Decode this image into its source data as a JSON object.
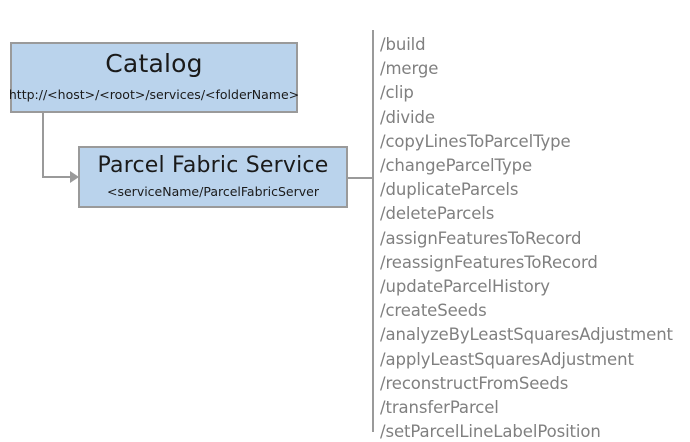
{
  "diagram": {
    "type": "service-endpoint-hierarchy",
    "background_color": "#ffffff",
    "node_fill_color": "#bad3ec",
    "node_border_color": "#9a9a9a",
    "connector_color": "#9a9a9a",
    "list_text_color": "#808080"
  },
  "nodes": [
    {
      "id": "catalog",
      "title": "Catalog",
      "subtitle": "http://<host>/<root>/services/<folderName>"
    },
    {
      "id": "parcel_fabric_service",
      "title": "Parcel Fabric Service",
      "subtitle": "<serviceName/ParcelFabricServer"
    }
  ],
  "operations": [
    "/build",
    "/merge",
    "/clip",
    "/divide",
    "/copyLinesToParcelType",
    "/changeParcelType",
    "/duplicateParcels",
    "/deleteParcels",
    "/assignFeaturesToRecord",
    "/reassignFeaturesToRecord",
    "/updateParcelHistory",
    "/createSeeds",
    "/analyzeByLeastSquaresAdjustment",
    "/applyLeastSquaresAdjustment",
    "/reconstructFromSeeds",
    "/transferParcel",
    "/setParcelLineLabelPosition"
  ]
}
